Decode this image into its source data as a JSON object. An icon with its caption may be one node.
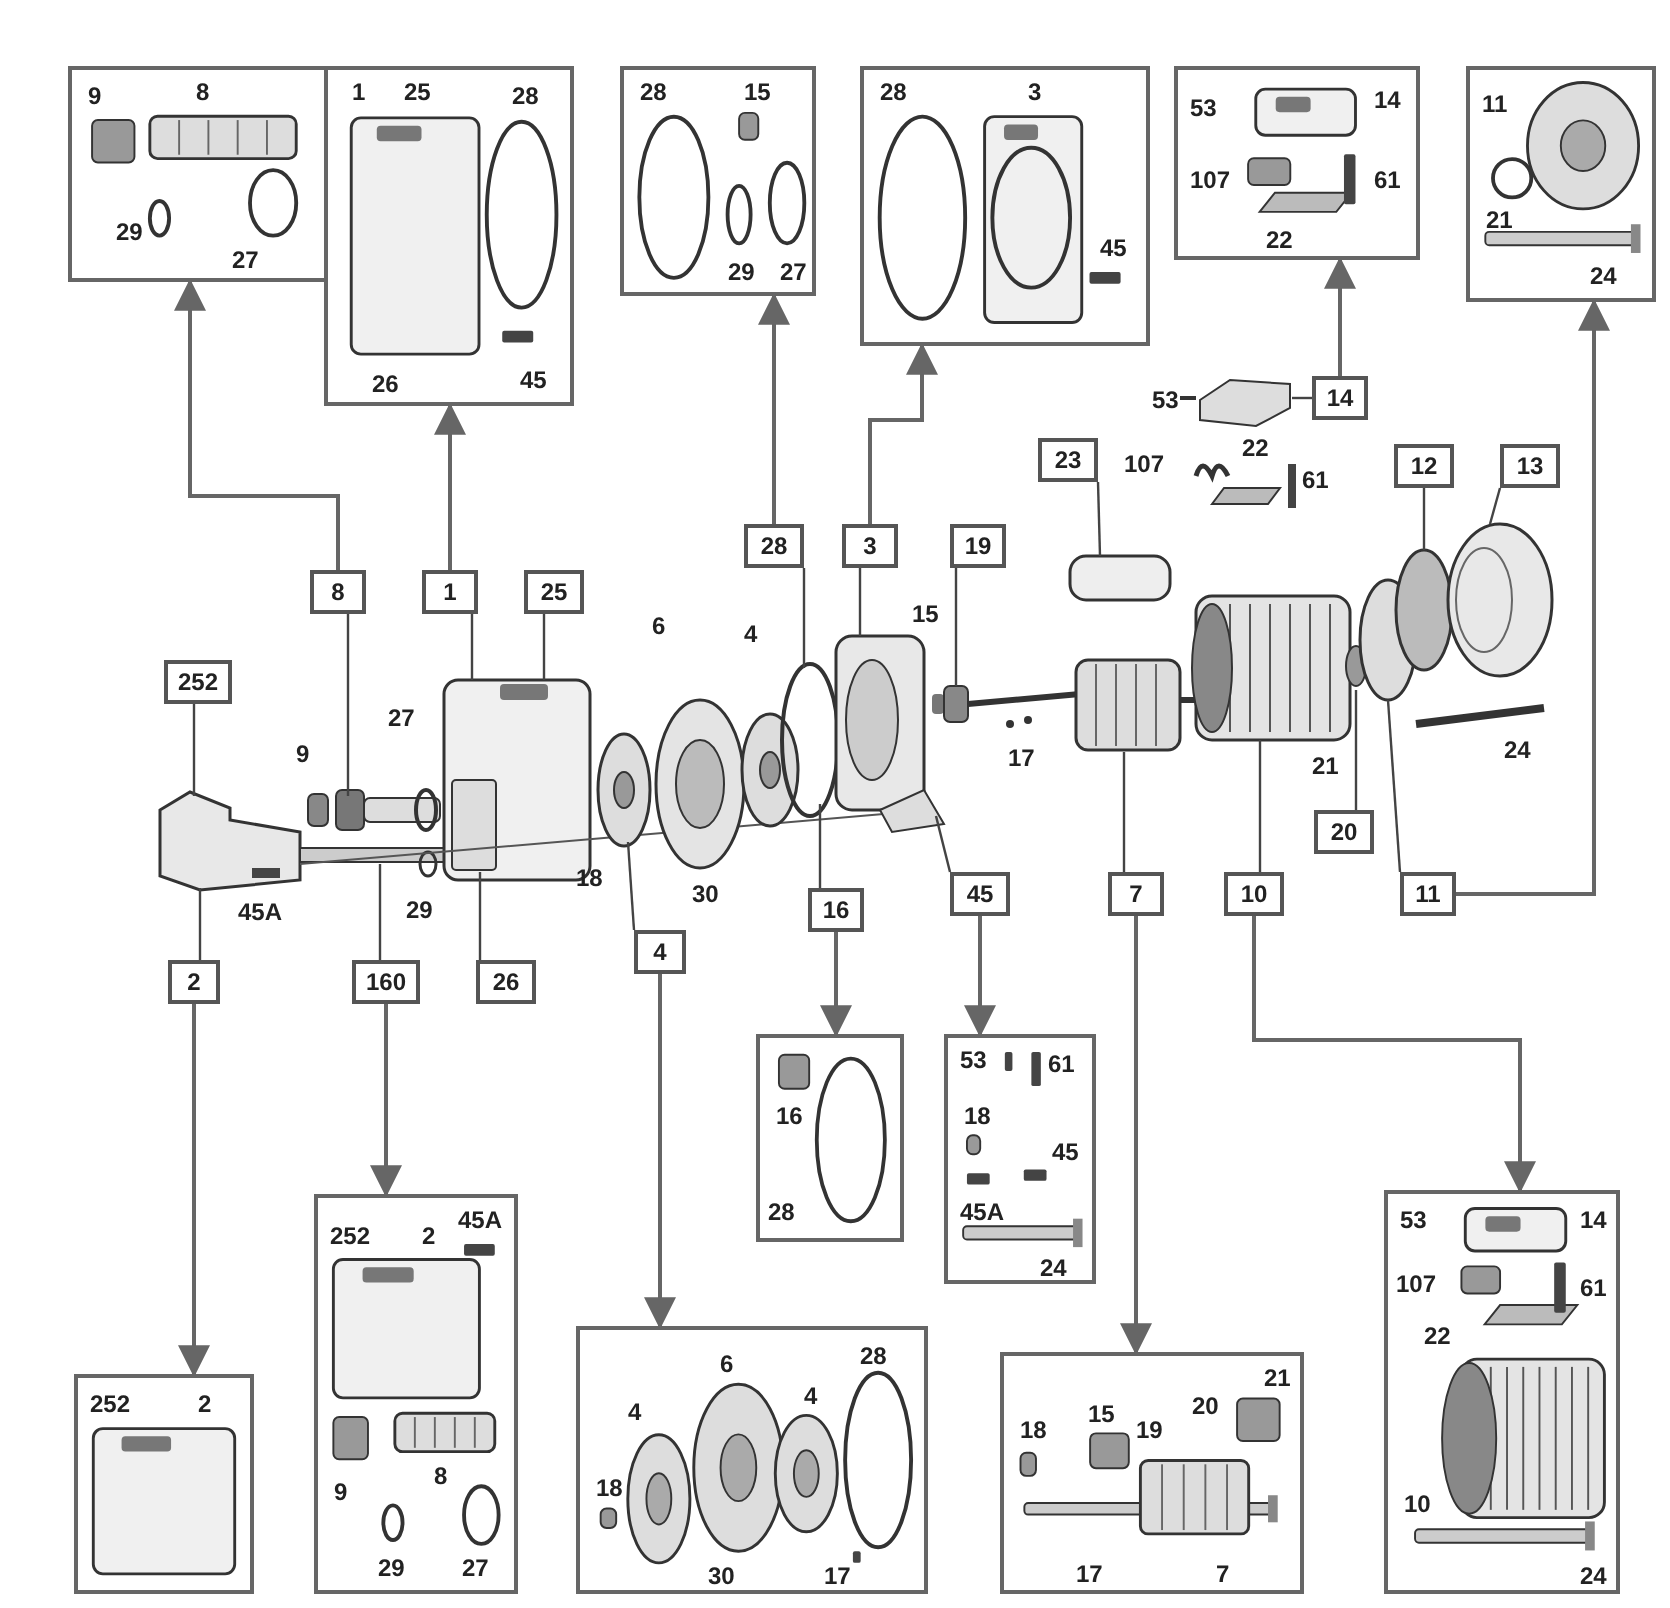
{
  "diagram": {
    "nodes": [
      {
        "text": [
          "9",
          "8",
          "29",
          "27"
        ]
      },
      {
        "text": [
          "1",
          "25",
          "28",
          "26",
          "45"
        ]
      },
      {
        "text": [
          "28",
          "15",
          "29",
          "27"
        ]
      },
      {
        "text": [
          "28",
          "3",
          "45"
        ]
      },
      {
        "text": [
          "53",
          "14",
          "107",
          "61",
          "22"
        ]
      },
      {
        "text": [
          "11",
          "21",
          "24"
        ]
      },
      {
        "text": [
          "14"
        ]
      },
      {
        "text": [
          "23"
        ]
      },
      {
        "text": [
          "12"
        ]
      },
      {
        "text": [
          "13"
        ]
      },
      {
        "text": [
          "8"
        ]
      },
      {
        "text": [
          "1"
        ]
      },
      {
        "text": [
          "25"
        ]
      },
      {
        "text": [
          "28"
        ]
      },
      {
        "text": [
          "3"
        ]
      },
      {
        "text": [
          "19"
        ]
      },
      {
        "text": [
          "252"
        ]
      },
      {
        "text": [
          "20"
        ]
      },
      {
        "text": [
          "45"
        ]
      },
      {
        "text": [
          "7"
        ]
      },
      {
        "text": [
          "10"
        ]
      },
      {
        "text": [
          "11"
        ]
      },
      {
        "text": [
          "4"
        ]
      },
      {
        "text": [
          "16"
        ]
      },
      {
        "text": [
          "2"
        ]
      },
      {
        "text": [
          "160"
        ]
      },
      {
        "text": [
          "26"
        ]
      },
      {
        "text": [
          "16",
          "28"
        ]
      },
      {
        "text": [
          "53",
          "61",
          "18",
          "45",
          "45A",
          "24"
        ]
      },
      {
        "text": [
          "252",
          "2",
          "45A",
          "9",
          "8",
          "29",
          "27"
        ]
      },
      {
        "text": [
          "4",
          "6",
          "4",
          "28",
          "18",
          "30",
          "17"
        ]
      },
      {
        "text": [
          "18",
          "15",
          "19",
          "20",
          "21",
          "17",
          "7"
        ]
      },
      {
        "text": [
          "53",
          "14",
          "107",
          "61",
          "22",
          "10",
          "24"
        ]
      },
      {
        "text": [
          "252",
          "2"
        ]
      }
    ],
    "edges": [
      {
        "from": 10,
        "to": 0,
        "arrow": "to"
      },
      {
        "from": 11,
        "to": 1,
        "arrow": "to"
      },
      {
        "from": 13,
        "to": 2,
        "arrow": "to"
      },
      {
        "from": 14,
        "to": 3,
        "arrow": "to"
      },
      {
        "from": 6,
        "to": 4,
        "arrow": "to"
      },
      {
        "from": 21,
        "to": 5,
        "arrow": "to"
      },
      {
        "from": 24,
        "to": 33,
        "arrow": "to"
      },
      {
        "from": 25,
        "to": 29,
        "arrow": "to"
      },
      {
        "from": 22,
        "to": 30,
        "arrow": "to"
      },
      {
        "from": 23,
        "to": 27,
        "arrow": "to"
      },
      {
        "from": 18,
        "to": 28,
        "arrow": "to"
      },
      {
        "from": 19,
        "to": 31,
        "arrow": "to"
      },
      {
        "from": 20,
        "to": 32,
        "arrow": "to"
      },
      {
        "from": 16,
        "to": null,
        "arrow": "none"
      },
      {
        "from": 10,
        "to": null,
        "arrow": "none"
      },
      {
        "from": 11,
        "to": null,
        "arrow": "none"
      },
      {
        "from": 12,
        "to": null,
        "arrow": "none"
      },
      {
        "from": 24,
        "to": null,
        "arrow": "none"
      },
      {
        "from": 25,
        "to": null,
        "arrow": "none"
      },
      {
        "from": 26,
        "to": null,
        "arrow": "none"
      },
      {
        "from": 13,
        "to": null,
        "arrow": "none"
      },
      {
        "from": 14,
        "to": null,
        "arrow": "none"
      },
      {
        "from": 15,
        "to": null,
        "arrow": "none"
      },
      {
        "from": 18,
        "to": null,
        "arrow": "none"
      },
      {
        "from": 23,
        "to": null,
        "arrow": "none"
      },
      {
        "from": 22,
        "to": null,
        "arrow": "none"
      },
      {
        "from": 19,
        "to": null,
        "arrow": "none"
      },
      {
        "from": 20,
        "to": null,
        "arrow": "none"
      },
      {
        "from": 17,
        "to": null,
        "arrow": "none"
      },
      {
        "from": 21,
        "to": null,
        "arrow": "none"
      },
      {
        "from": 7,
        "to": null,
        "arrow": "none"
      },
      {
        "from": 8,
        "to": null,
        "arrow": "none"
      },
      {
        "from": 9,
        "to": null,
        "arrow": "none"
      },
      {
        "from": 6,
        "to": null,
        "arrow": "none"
      }
    ],
    "labels": [
      "53",
      "107",
      "22",
      "61",
      "6",
      "4",
      "15",
      "9",
      "27",
      "17",
      "21",
      "24",
      "45A",
      "29",
      "18",
      "30"
    ]
  }
}
